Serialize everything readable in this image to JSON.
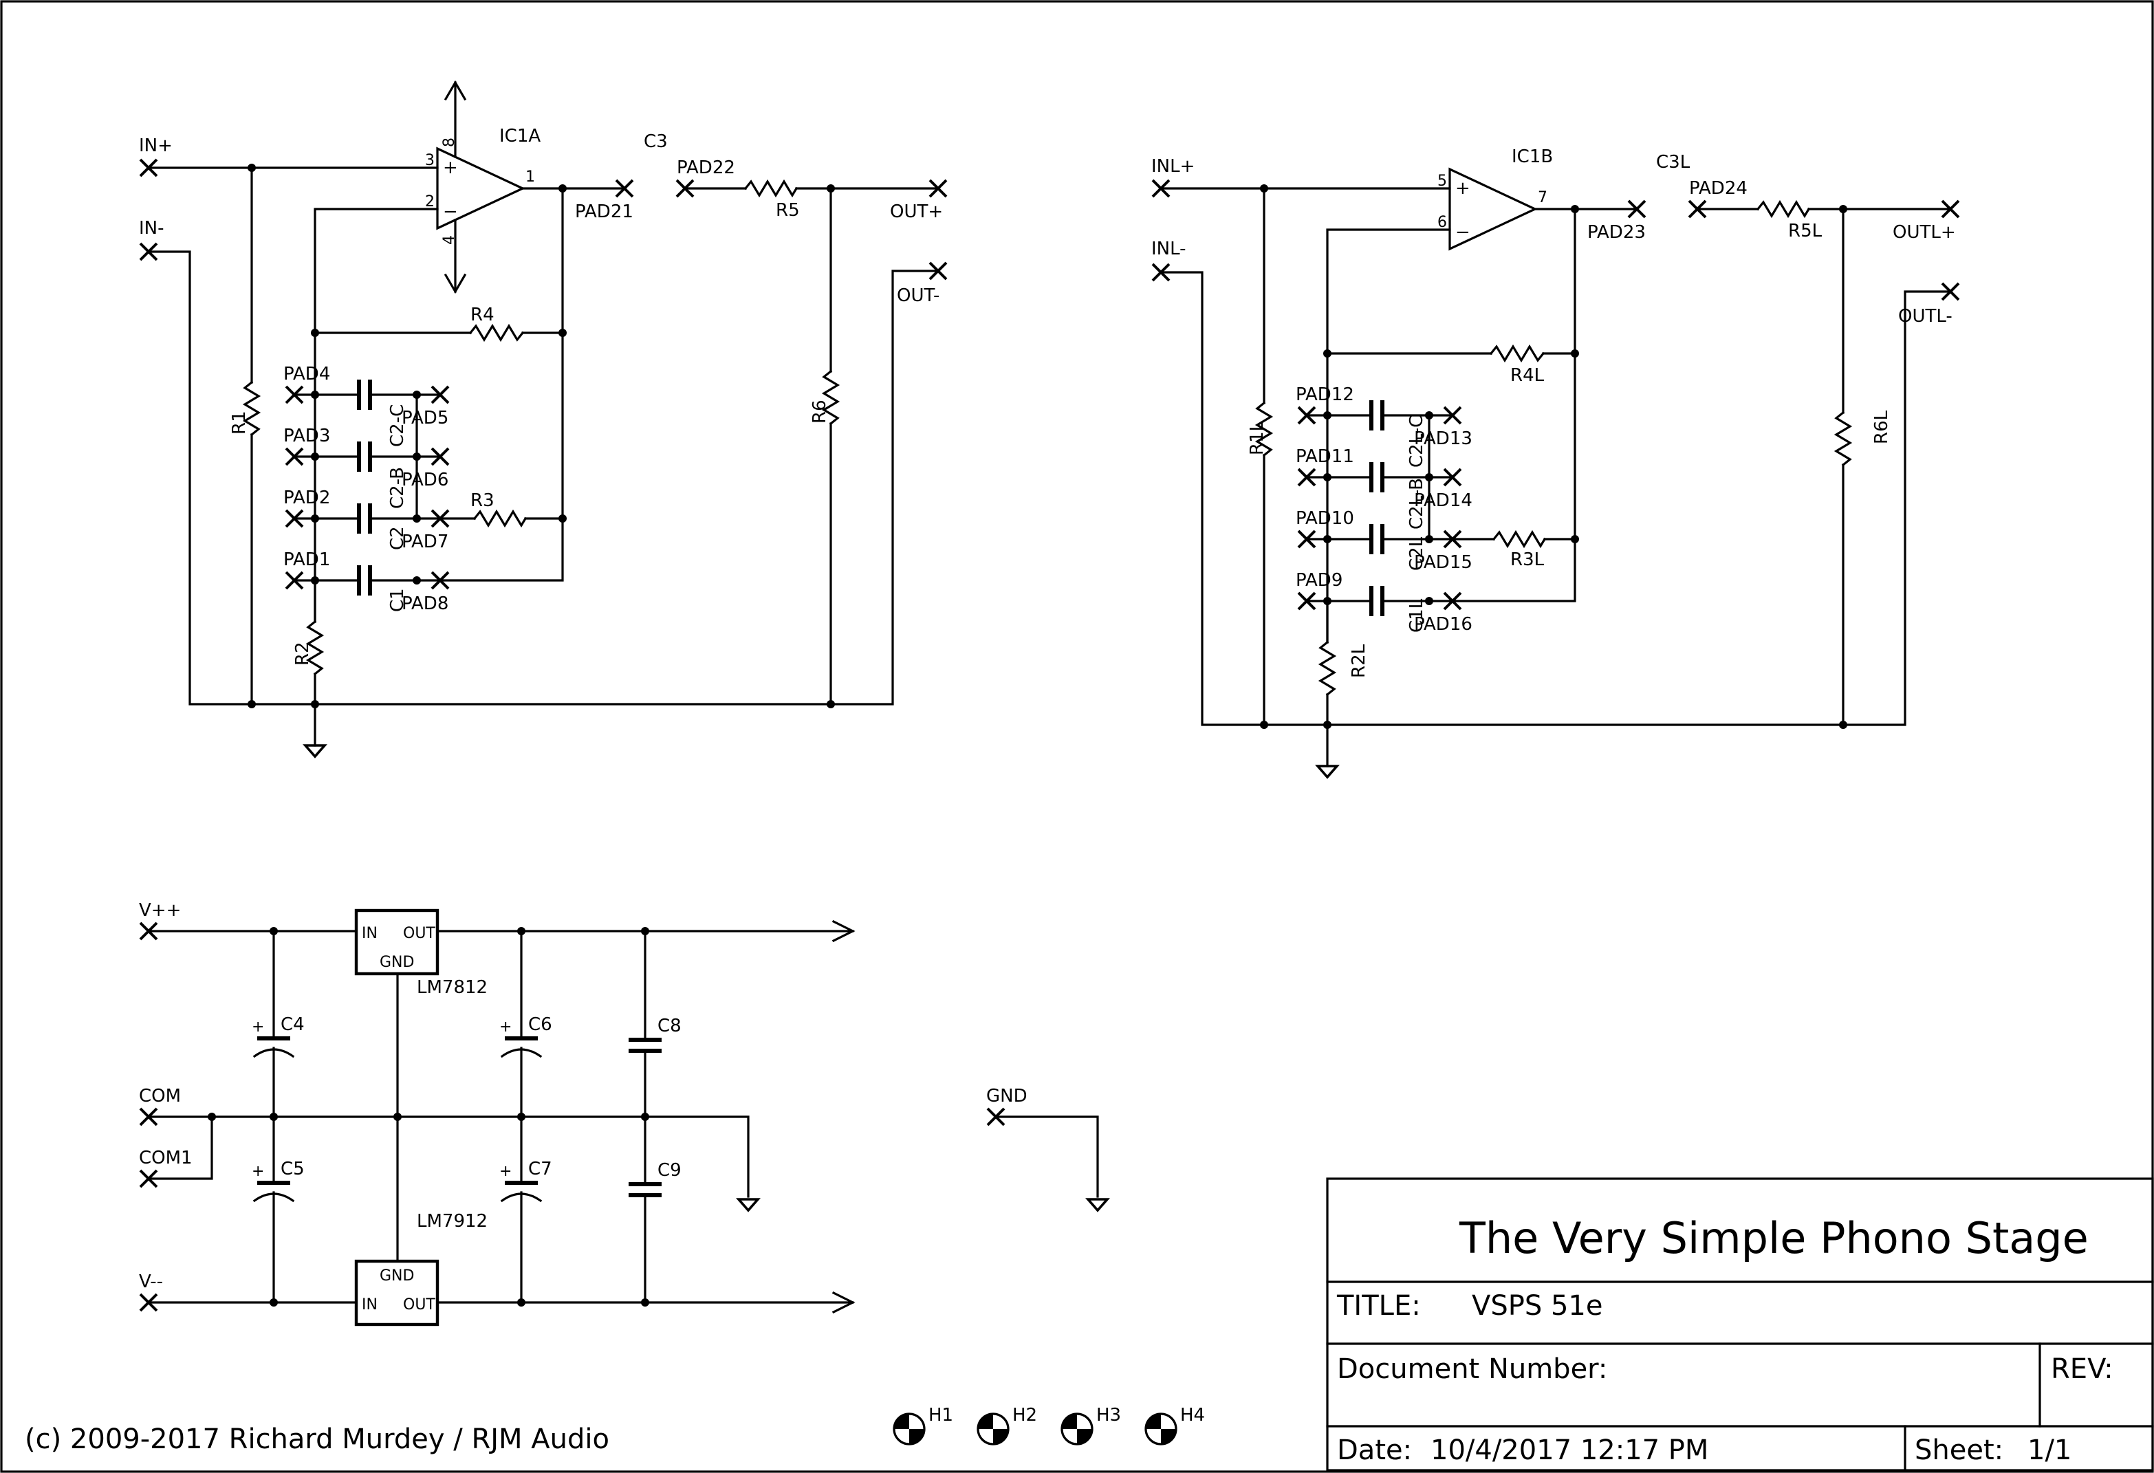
{
  "title_block": {
    "heading": "The Very Simple Phono Stage",
    "title_label": "TITLE:",
    "title_value": "VSPS 51e",
    "docnum_label": "Document Number:",
    "rev_label": "REV:",
    "date_label": "Date:",
    "date_value": "10/4/2017 12:17 PM",
    "sheet_label": "Sheet:",
    "sheet_value": "1/1"
  },
  "copyright": "(c) 2009-2017 Richard Murdey / RJM Audio",
  "left_channel": {
    "opamp": "IC1A",
    "pins": {
      "in_plus": "3",
      "in_minus": "2",
      "out": "1",
      "vplus": "8",
      "vminus": "4"
    },
    "ports": {
      "in_plus": "IN+",
      "in_minus": "IN-",
      "out_plus": "OUT+",
      "out_minus": "OUT-"
    },
    "pads": {
      "p1": "PAD1",
      "p2": "PAD2",
      "p3": "PAD3",
      "p4": "PAD4",
      "p5": "PAD5",
      "p6": "PAD6",
      "p7": "PAD7",
      "p8": "PAD8",
      "p21": "PAD21",
      "p22": "PAD22"
    },
    "parts": {
      "r1": "R1",
      "r2": "R2",
      "r3": "R3",
      "r4": "R4",
      "r5": "R5",
      "r6": "R6",
      "c1": "C1",
      "c2": "C2",
      "c2b": "C2-B",
      "c2c": "C2-C",
      "c3": "C3"
    }
  },
  "right_channel": {
    "opamp": "IC1B",
    "pins": {
      "in_plus": "5",
      "in_minus": "6",
      "out": "7"
    },
    "ports": {
      "in_plus": "INL+",
      "in_minus": "INL-",
      "out_plus": "OUTL+",
      "out_minus": "OUTL-"
    },
    "pads": {
      "p9": "PAD9",
      "p10": "PAD10",
      "p11": "PAD11",
      "p12": "PAD12",
      "p13": "PAD13",
      "p14": "PAD14",
      "p15": "PAD15",
      "p16": "PAD16",
      "p23": "PAD23",
      "p24": "PAD24"
    },
    "parts": {
      "r1": "R1L",
      "r2": "R2L",
      "r3": "R3L",
      "r4": "R4L",
      "r5": "R5L",
      "r6": "R6L",
      "c1": "C1L",
      "c2": "C2L",
      "c2b": "C2L-B",
      "c2c": "C2L-C",
      "c3": "C3L"
    }
  },
  "power": {
    "ports": {
      "vpp": "V++",
      "com": "COM",
      "com1": "COM1",
      "vmm": "V--",
      "gnd": "GND"
    },
    "reg_pos": {
      "name": "LM7812",
      "in": "IN",
      "out": "OUT",
      "gnd": "GND"
    },
    "reg_neg": {
      "name": "LM7912",
      "in": "IN",
      "out": "OUT",
      "gnd": "GND"
    },
    "caps": {
      "c4": "C4",
      "c5": "C5",
      "c6": "C6",
      "c7": "C7",
      "c8": "C8",
      "c9": "C9"
    },
    "plus_sign": "+"
  },
  "holes": [
    "H1",
    "H2",
    "H3",
    "H4"
  ]
}
